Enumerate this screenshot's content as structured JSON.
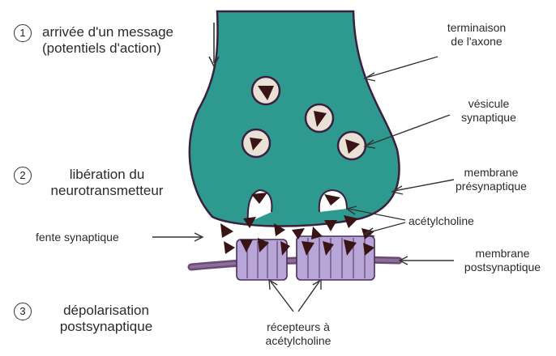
{
  "steps": [
    {
      "number": "1",
      "line1": "arrivée d'un message",
      "line2": "(potentiels d'action)"
    },
    {
      "number": "2",
      "line1": "libération du",
      "line2": "neurotransmetteur"
    },
    {
      "number": "3",
      "line1": "dépolarisation",
      "line2": "postsynaptique"
    }
  ],
  "labels": {
    "axon_terminal": {
      "line1": "terminaison",
      "line2": "de l'axone"
    },
    "synaptic_vesicle": {
      "line1": "vésicule",
      "line2": "synaptique"
    },
    "presynaptic_membrane": {
      "line1": "membrane",
      "line2": "présynaptique"
    },
    "acetylcholine": "acétylcholine",
    "synaptic_cleft": "fente synaptique",
    "postsynaptic_membrane": {
      "line1": "membrane",
      "line2": "postsynaptique"
    },
    "receptors": {
      "line1": "récepteurs à",
      "line2": "acétylcholine"
    }
  },
  "colors": {
    "terminal_fill": "#2e9a8f",
    "outline": "#3a1f3f",
    "vesicle_fill": "#e9e1d6",
    "molecule": "#3a1414",
    "receptor_fill": "#b9a6d9",
    "membrane": "#6b4a78"
  }
}
